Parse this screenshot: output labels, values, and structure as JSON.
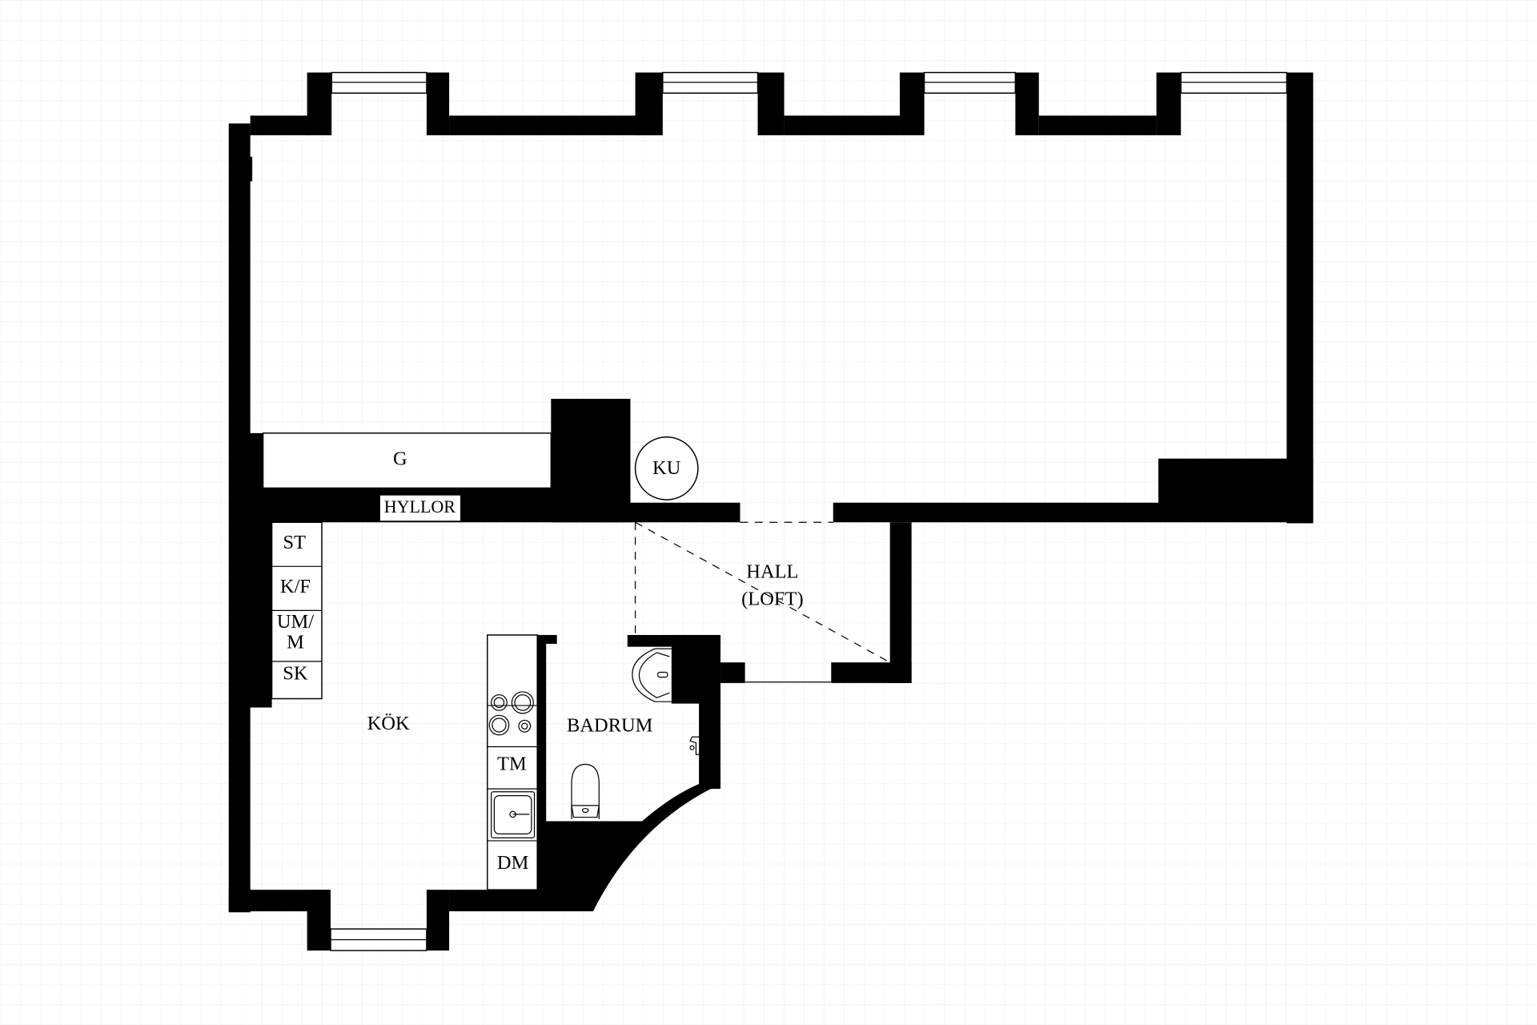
{
  "floorplan": {
    "rooms": {
      "kitchen": "KÖK",
      "bathroom": "BADRUM",
      "hall": "HALL",
      "hall_note": "(LOFT)"
    },
    "fixtures": {
      "wardrobe": "G",
      "shelves": "HYLLOR",
      "tiled_stove": "KU",
      "st": "ST",
      "kf": "K/F",
      "umm_line1": "UM/",
      "umm_line2": "M",
      "sk": "SK",
      "tm": "TM",
      "dm": "DM"
    },
    "colors": {
      "wall": "#000000",
      "grid": "#eeeeee",
      "background": "#ffffff"
    }
  }
}
